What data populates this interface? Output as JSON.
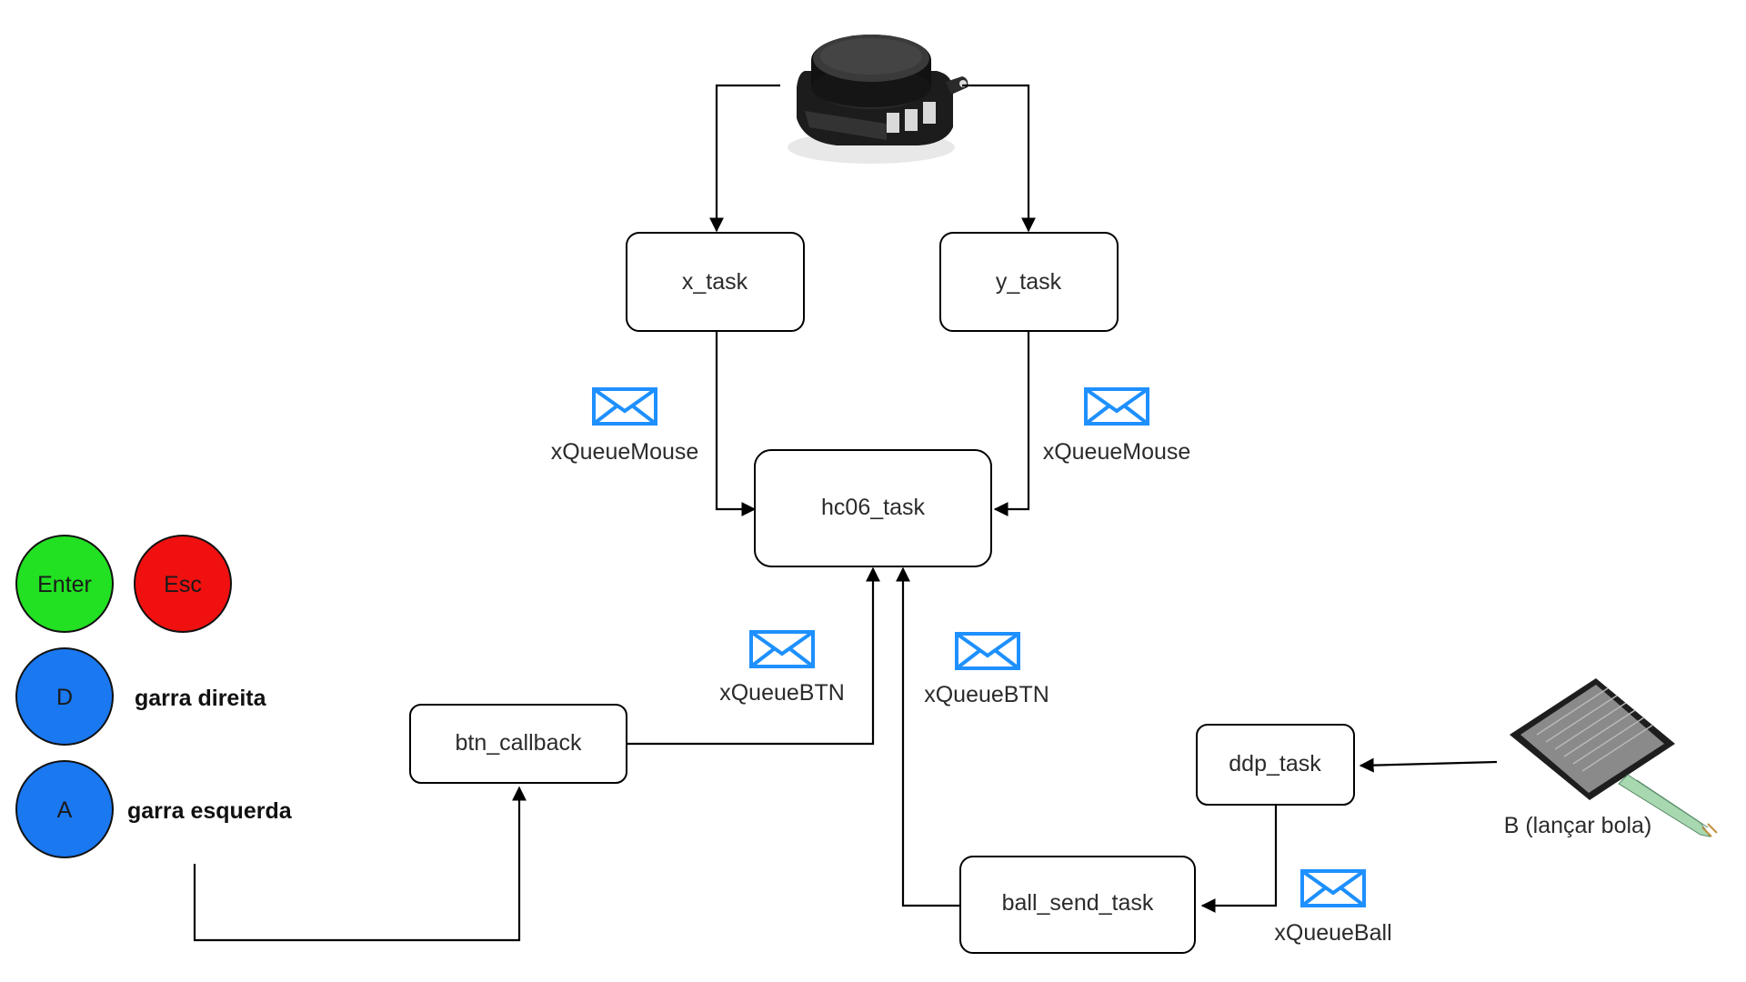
{
  "tasks": {
    "x_task": "x_task",
    "y_task": "y_task",
    "hc06_task": "hc06_task",
    "btn_callback": "btn_callback",
    "ddp_task": "ddp_task",
    "ball_send_task": "ball_send_task"
  },
  "queues": {
    "mouse_left": "xQueueMouse",
    "mouse_right": "xQueueMouse",
    "btn_left": "xQueueBTN",
    "btn_right": "xQueueBTN",
    "ball": "xQueueBall"
  },
  "buttons": [
    {
      "key": "Enter",
      "color": "#22e022",
      "label": ""
    },
    {
      "key": "Esc",
      "color": "#f01010",
      "label": ""
    },
    {
      "key": "D",
      "color": "#1a78f0",
      "label": "garra direita"
    },
    {
      "key": "A",
      "color": "#1a78f0",
      "label": "garra esquerda"
    }
  ],
  "sensor_label": "B (lançar bola)",
  "colors": {
    "envelope": "#1e90ff",
    "edge": "#000000"
  },
  "icons": {
    "joystick": "joystick-icon",
    "force_sensor": "force-sensor-icon",
    "queue": "envelope-icon"
  }
}
